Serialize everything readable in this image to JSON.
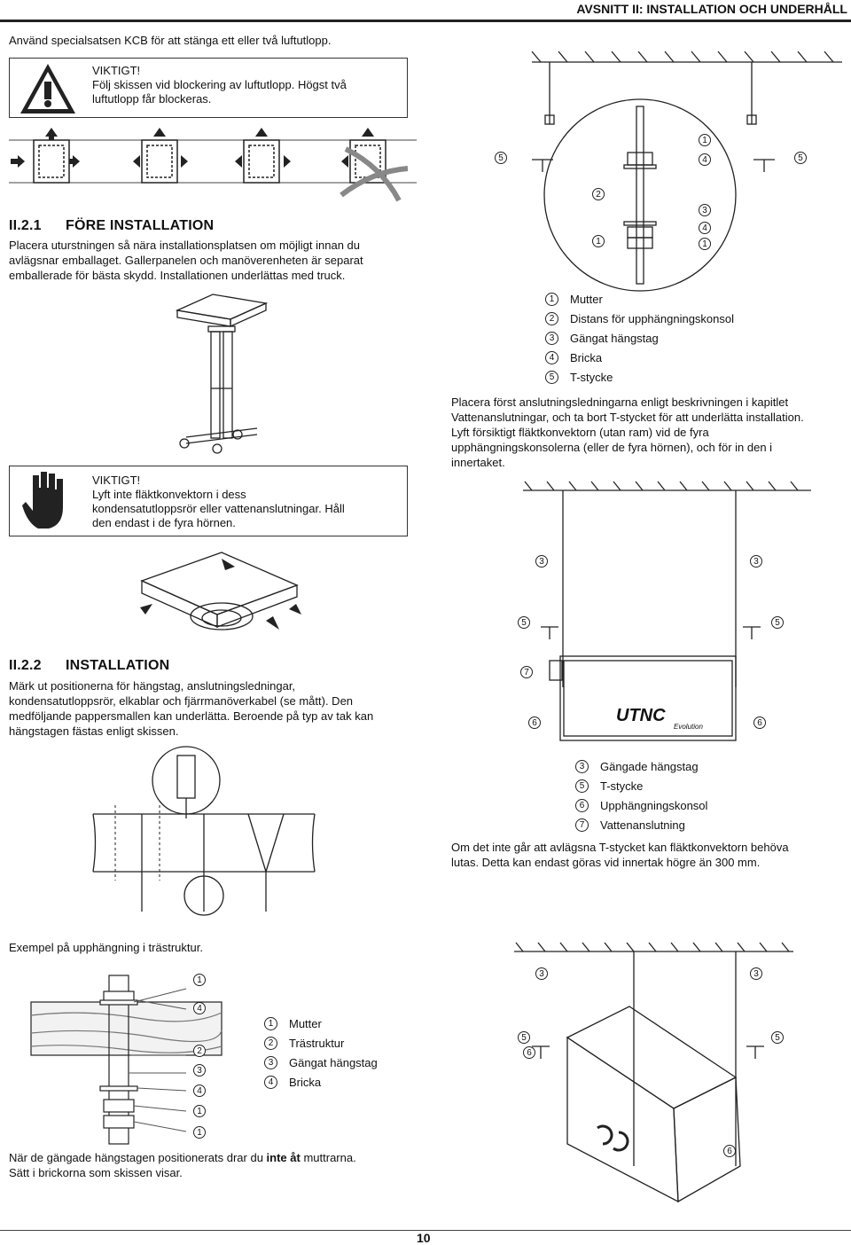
{
  "header": {
    "section_title": "AVSNITT II: INSTALLATION OCH UNDERHÅLL"
  },
  "intro": {
    "text": "Använd specialsatsen KCB för att stänga ett eller två luftutlopp."
  },
  "warning1": {
    "title": "VIKTIGT!",
    "line1": "Följ skissen vid blockering av luftutlopp. Högst två",
    "line2": "luftutlopp får blockeras."
  },
  "section1": {
    "number": "II.2.1",
    "title": "FÖRE INSTALLATION",
    "lines": [
      "Placera uturstningen så nära installationsplatsen om möjligt innan du",
      "avlägsnar emballaget. Gallerpanelen och manöverenheten är separat",
      "emballerade för bästa skydd. Installationen underlättas med truck."
    ]
  },
  "warning2": {
    "title": "VIKTIGT!",
    "lines": [
      "Lyft inte fläktkonvektorn i dess",
      "kondensatutloppsrör eller vattenanslutningar. Håll",
      "den endast i de fyra hörnen."
    ]
  },
  "section2": {
    "number": "II.2.2",
    "title": "INSTALLATION",
    "lines": [
      "Märk ut positionerna för hängstag, anslutningsledningar,",
      "kondensatutloppsrör, elkablar och fjärrmanöverkabel (se mått). Den",
      "medföljande pappersmallen kan underlätta. Beroende på typ av tak kan",
      "hängstagen fästas enligt skissen."
    ]
  },
  "example_caption": "Exempel på upphängning i trästruktur.",
  "nut_note": {
    "prefix": "När de gängade hängstagen positionerats drar du ",
    "bold": "inte åt",
    "suffix": " muttrarna.",
    "line2": "Sätt i brickorna som skissen visar."
  },
  "legend1": [
    {
      "n": "1",
      "label": "Mutter"
    },
    {
      "n": "2",
      "label": "Distans för upphängningskonsol"
    },
    {
      "n": "3",
      "label": "Gängat hängstag"
    },
    {
      "n": "4",
      "label": "Bricka"
    },
    {
      "n": "5",
      "label": "T-stycke"
    }
  ],
  "right_para": [
    "Placera först anslutningsledningarna enligt beskrivningen i kapitlet",
    "Vattenanslutningar, och ta bort T-stycket för att underlätta installation.",
    "Lyft försiktigt fläktkonvektorn (utan ram) vid de fyra",
    "upphängningskonsolerna (eller de fyra hörnen), och för in den i",
    "innertaket."
  ],
  "legend2": [
    {
      "n": "3",
      "label": "Gängade hängstag"
    },
    {
      "n": "5",
      "label": "T-stycke"
    },
    {
      "n": "6",
      "label": "Upphängningskonsol"
    },
    {
      "n": "7",
      "label": "Vattenanslutning"
    }
  ],
  "tilt_note": [
    "Om det inte går att avlägsna T-stycket kan fläktkonvektorn behöva",
    "lutas. Detta kan endast göras vid innertak högre än 300 mm."
  ],
  "legend3": [
    {
      "n": "1",
      "label": "Mutter"
    },
    {
      "n": "2",
      "label": "Trästruktur"
    },
    {
      "n": "3",
      "label": "Gängat hängstag"
    },
    {
      "n": "4",
      "label": "Bricka"
    }
  ],
  "diagram_labels": {
    "top_right": {
      "a": "1",
      "b": "4",
      "c": "2",
      "d": "3",
      "e": "4",
      "f": "1",
      "g": "1",
      "t_left": "5",
      "t_right": "5"
    },
    "mid_right": {
      "rod_left": "3",
      "rod_right": "3",
      "t_left": "5",
      "t_right": "5",
      "conn": "7",
      "brk_left": "6",
      "brk_right": "6"
    },
    "wood": [
      "1",
      "4",
      "2",
      "3",
      "4",
      "1",
      "1"
    ],
    "bottom_right": {
      "rod_left": "3",
      "rod_right": "3",
      "t_left": "5",
      "t_right": "5",
      "brk": "6",
      "brk2": "6"
    }
  },
  "brand": {
    "logo": "UTNC",
    "sub": "Evolution"
  },
  "page_number": "10"
}
